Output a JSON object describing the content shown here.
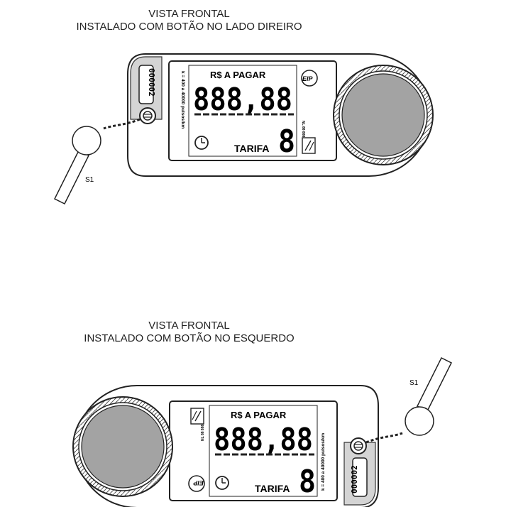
{
  "views": [
    {
      "title": "VISTA FRONTAL",
      "subtitle": "INSTALADO COM BOTÃO NO LADO DIREIRO",
      "orientation": "button-right"
    },
    {
      "title": "VISTA FRONTAL",
      "subtitle": "INSTALADO COM BOTÃO NO ESQUERDO",
      "orientation": "button-left"
    }
  ],
  "device": {
    "serial": "000002",
    "pulse_range": "k = 400 a 40000 pulsos/km",
    "amount_label": "R$ A PAGAR",
    "amount_display": "888,88",
    "tariff_label": "TARIFA",
    "tariff_display": "8",
    "small_label": "NL 88 8888 MAIS",
    "logo_text": "EIP",
    "seal_label": "S1"
  }
}
